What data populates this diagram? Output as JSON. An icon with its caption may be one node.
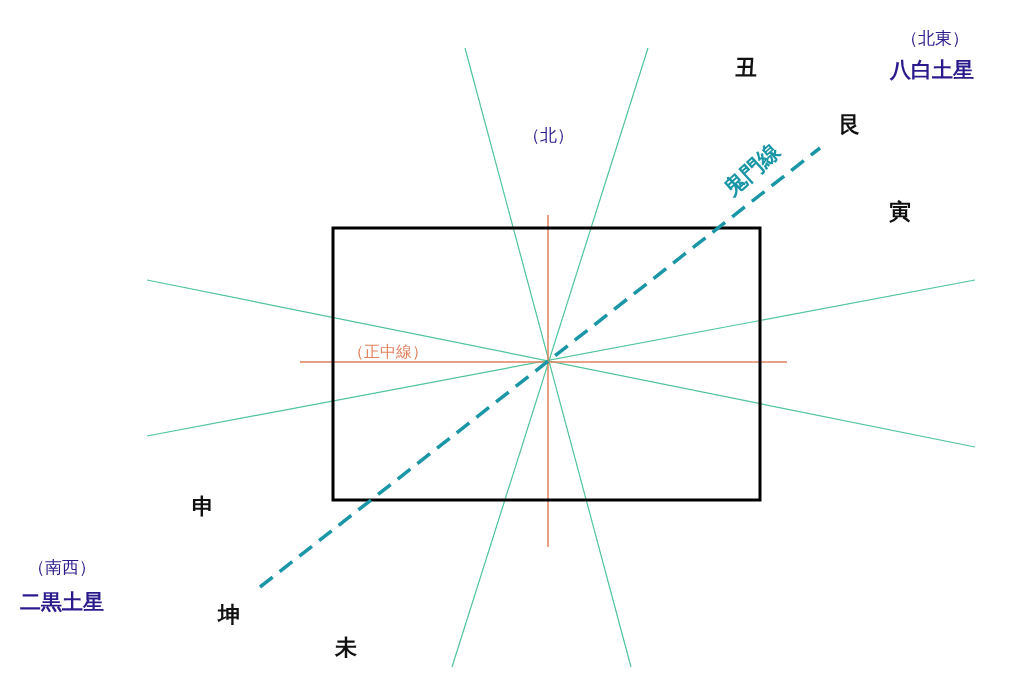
{
  "diagram": {
    "labels": [
      "（北東）",
      "丑",
      "八白土星",
      "艮",
      "（北）",
      "鬼門線",
      "寅",
      "（正中線）",
      "申",
      "（南西）",
      "二黒土星",
      "坤",
      "未"
    ]
  }
}
